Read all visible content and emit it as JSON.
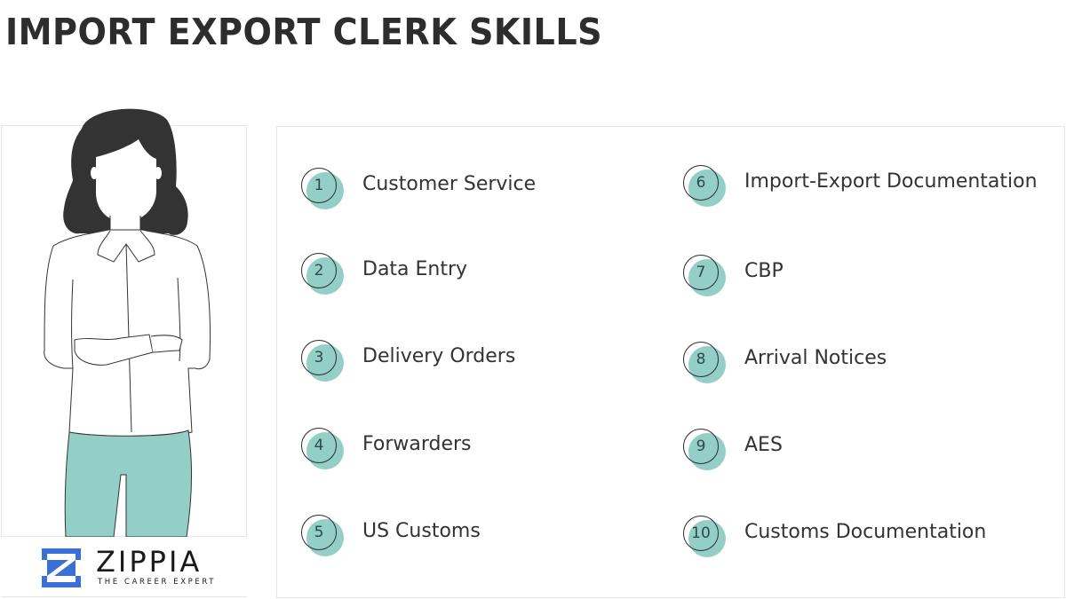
{
  "title": "IMPORT EXPORT CLERK SKILLS",
  "brand": {
    "name": "ZIPPIA",
    "tagline": "THE CAREER EXPERT",
    "logo_icon": "zippia-z-logo-icon",
    "color": "#3b6fd8"
  },
  "illustration": {
    "icon": "woman-arms-crossed-illustration",
    "pants_color": "#93cfc6",
    "hair_color": "#333333"
  },
  "accent_color": "#93cfc6",
  "skills": [
    {
      "number": "1",
      "label": "Customer Service"
    },
    {
      "number": "2",
      "label": "Data Entry"
    },
    {
      "number": "3",
      "label": "Delivery Orders"
    },
    {
      "number": "4",
      "label": "Forwarders"
    },
    {
      "number": "5",
      "label": "US Customs"
    },
    {
      "number": "6",
      "label": "Import-Export Documentation"
    },
    {
      "number": "7",
      "label": "CBP"
    },
    {
      "number": "8",
      "label": "Arrival Notices"
    },
    {
      "number": "9",
      "label": "AES"
    },
    {
      "number": "10",
      "label": "Customs Documentation"
    }
  ]
}
